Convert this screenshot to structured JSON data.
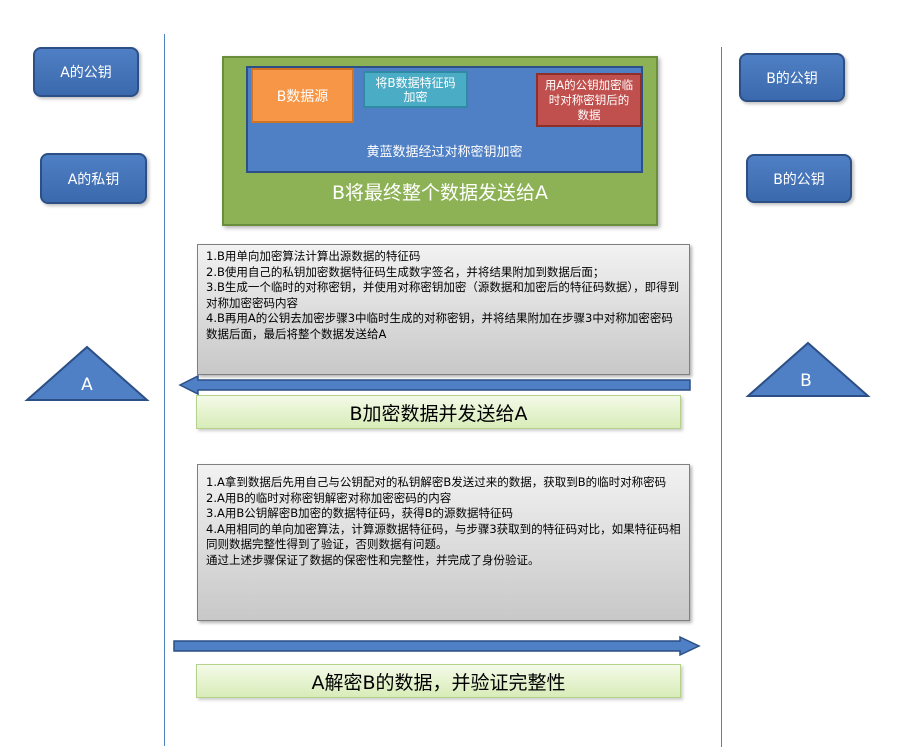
{
  "left_party": {
    "public_key_label": "A的公钥",
    "private_key_label": "A的私钥",
    "name": "A"
  },
  "right_party": {
    "public_key_label_1": "B的公钥",
    "public_key_label_2": "B的公钥",
    "name": "B"
  },
  "package": {
    "source_data": "B数据源",
    "encrypted_signature": "将B数据特征码加密",
    "encrypted_key": "用A的公钥加密临时对称密钥后的数据",
    "inner_caption": "黄蓝数据经过对称密钥加密",
    "outer_caption": "B将最终整个数据发送给A"
  },
  "encrypt_steps": [
    "1.B用单向加密算法计算出源数据的特征码",
    "2.B使用自己的私钥加密数据特征码生成数字签名，并将结果附加到数据后面；",
    "3.B生成一个临时的对称密钥，并使用对称密钥加密（源数据和加密后的特征码数据），即得到对称加密密码内容",
    "4.B再用A的公钥去加密步骤3中临时生成的对称密钥，并将结果附加在步骤3中对称加密密码数据后面，最后将整个数据发送给A"
  ],
  "encrypt_banner": "B加密数据并发送给A",
  "decrypt_steps": [
    "1.A拿到数据后先用自己与公钥配对的私钥解密B发送过来的数据，获取到B的临时对称密码",
    "2.A用B的临时对称密钥解密对称加密密码的内容",
    "3.A用B公钥解密B加密的数据特征码，获得B的源数据特征码",
    "4.A用相同的单向加密算法，计算源数据特征码，与步骤3获取到的特征码对比，如果特征码相同则数据完整性得到了验证，否则数据有问题。",
    "通过上述步骤保证了数据的保密性和完整性，并完成了身份验证。"
  ],
  "decrypt_banner": "A解密B的数据，并验证完整性",
  "colors": {
    "key_blue": "#4f7fc4",
    "package_green": "#8db255",
    "orange": "#f79646",
    "teal": "#4bacc6",
    "red": "#c0504d",
    "banner_green": "#d8ecb8"
  }
}
